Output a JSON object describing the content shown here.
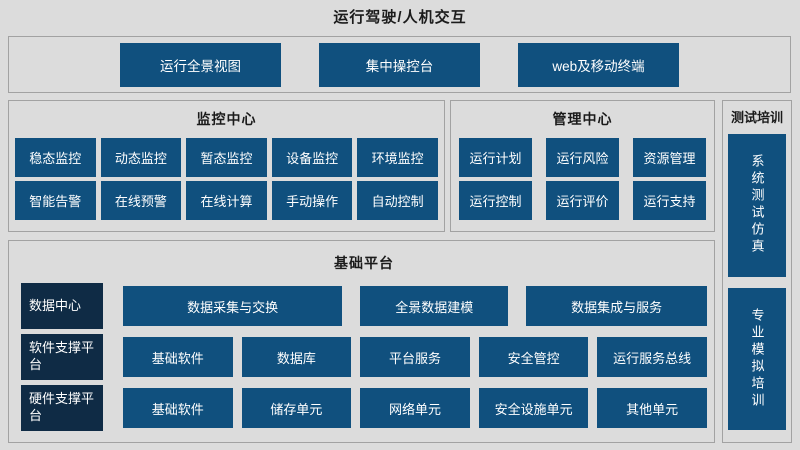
{
  "page": {
    "title": "运行驾驶/人机交互"
  },
  "top_panel": {
    "buttons": [
      "运行全景视图",
      "集中操控台",
      "web及移动终端"
    ]
  },
  "monitor_center": {
    "title": "监控中心",
    "rows": [
      [
        "稳态监控",
        "动态监控",
        "暂态监控",
        "设备监控",
        "环境监控"
      ],
      [
        "智能告警",
        "在线预警",
        "在线计算",
        "手动操作",
        "自动控制"
      ]
    ]
  },
  "manage_center": {
    "title": "管理中心",
    "rows": [
      [
        "运行计划",
        "运行风险",
        "资源管理"
      ],
      [
        "运行控制",
        "运行评价",
        "运行支持"
      ]
    ]
  },
  "test_training": {
    "title": "测试培训",
    "buttons": [
      "系统测试仿真",
      "专业模拟培训"
    ]
  },
  "platform": {
    "title": "基础平台",
    "groups": [
      {
        "label": "数据中心",
        "items": [
          "数据采集与交换",
          "全景数据建模",
          "数据集成与服务"
        ]
      },
      {
        "label": "软件支撑平台",
        "items": [
          "基础软件",
          "数据库",
          "平台服务",
          "安全管控",
          "运行服务总线"
        ]
      },
      {
        "label": "硬件支撑平台",
        "items": [
          "基础软件",
          "储存单元",
          "网络单元",
          "安全设施单元",
          "其他单元"
        ]
      }
    ]
  },
  "colors": {
    "background": "#dcdcdc",
    "panel_border": "#a2a2a2",
    "block_blue": "#10507e",
    "block_navy": "#0f2b45",
    "block_text": "#ffffff",
    "title_text": "#1b1b1b"
  }
}
